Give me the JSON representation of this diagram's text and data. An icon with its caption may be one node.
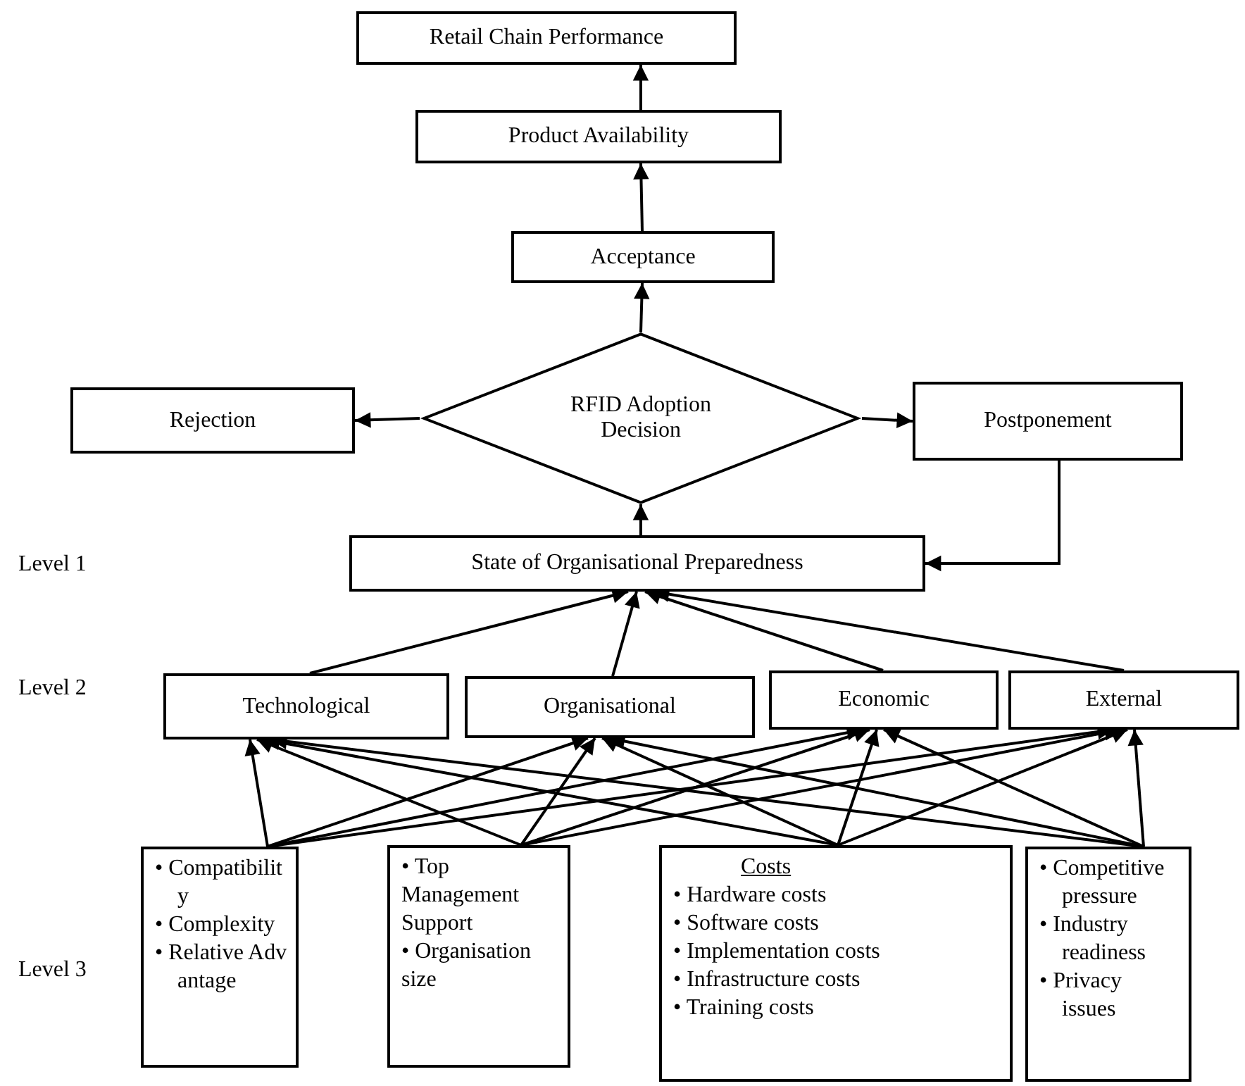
{
  "diagram": {
    "nodes": [
      {
        "text": [
          "Retail Chain Performance"
        ]
      },
      {
        "text": [
          "Product Availability"
        ]
      },
      {
        "text": [
          "Acceptance"
        ]
      },
      {
        "text": [
          "RFID Adoption Decision"
        ]
      },
      {
        "text": [
          "Rejection"
        ]
      },
      {
        "text": [
          "Postponement"
        ]
      },
      {
        "text": [
          "State of Organisational Preparedness"
        ]
      },
      {
        "text": [
          "Technological"
        ]
      },
      {
        "text": [
          "Organisational"
        ]
      },
      {
        "text": [
          "Economic"
        ]
      },
      {
        "text": [
          "External"
        ]
      },
      {
        "text": [
          "• Compatibility",
          "• Complexity",
          "• Relative Advantage"
        ]
      },
      {
        "text": [
          "• Top Management Support",
          "• Organisation size"
        ]
      },
      {
        "text": [
          "Costs",
          "• Hardware costs",
          "• Software costs",
          "• Implementation costs",
          "• Infrastructure costs",
          "• Training costs"
        ]
      },
      {
        "text": [
          "• Competitive pressure",
          "• Industry readiness",
          "• Privacy issues"
        ]
      }
    ],
    "edges": [
      {
        "from": 1,
        "to": 0,
        "arrow": "to"
      },
      {
        "from": 2,
        "to": 1,
        "arrow": "to"
      },
      {
        "from": 3,
        "to": 2,
        "arrow": "to"
      },
      {
        "from": 3,
        "to": 4,
        "arrow": "to"
      },
      {
        "from": 3,
        "to": 5,
        "arrow": "to"
      },
      {
        "from": 5,
        "to": 6,
        "arrow": "to"
      },
      {
        "from": 6,
        "to": 3,
        "arrow": "to"
      },
      {
        "from": 7,
        "to": 6,
        "arrow": "to"
      },
      {
        "from": 8,
        "to": 6,
        "arrow": "to"
      },
      {
        "from": 9,
        "to": 6,
        "arrow": "to"
      },
      {
        "from": 10,
        "to": 6,
        "arrow": "to"
      },
      {
        "from": 11,
        "to": 7,
        "arrow": "to"
      },
      {
        "from": 11,
        "to": 8,
        "arrow": "to"
      },
      {
        "from": 11,
        "to": 9,
        "arrow": "to"
      },
      {
        "from": 11,
        "to": 10,
        "arrow": "to"
      },
      {
        "from": 12,
        "to": 7,
        "arrow": "to"
      },
      {
        "from": 12,
        "to": 8,
        "arrow": "to"
      },
      {
        "from": 12,
        "to": 9,
        "arrow": "to"
      },
      {
        "from": 12,
        "to": 10,
        "arrow": "to"
      },
      {
        "from": 13,
        "to": 7,
        "arrow": "to"
      },
      {
        "from": 13,
        "to": 8,
        "arrow": "to"
      },
      {
        "from": 13,
        "to": 9,
        "arrow": "to"
      },
      {
        "from": 13,
        "to": 10,
        "arrow": "to"
      },
      {
        "from": 14,
        "to": 7,
        "arrow": "to"
      },
      {
        "from": 14,
        "to": 8,
        "arrow": "to"
      },
      {
        "from": 14,
        "to": 9,
        "arrow": "to"
      },
      {
        "from": 14,
        "to": 10,
        "arrow": "to"
      }
    ],
    "labels": [
      "Level 1",
      "Level 2",
      "Level 3"
    ]
  }
}
